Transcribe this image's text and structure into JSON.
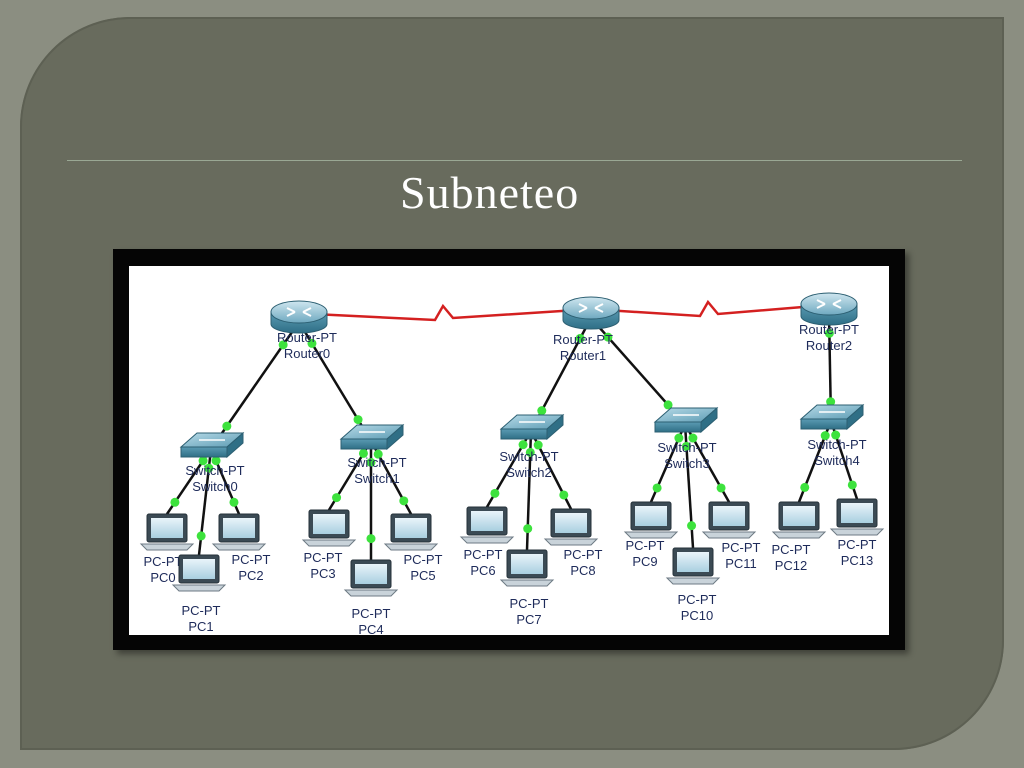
{
  "slide": {
    "title": "Subneteo"
  },
  "routers": [
    {
      "type": "Router-PT",
      "name": "Router0"
    },
    {
      "type": "Router-PT",
      "name": "Router1"
    },
    {
      "type": "Router-PT",
      "name": "Router2"
    }
  ],
  "switches": [
    {
      "type": "Switch-PT",
      "name": "Switch0"
    },
    {
      "type": "Switch-PT",
      "name": "Switch1"
    },
    {
      "type": "Switch-PT",
      "name": "Switch2"
    },
    {
      "type": "Switch-PT",
      "name": "Switch3"
    },
    {
      "type": "Switch-PT",
      "name": "Switch4"
    }
  ],
  "pcs": [
    {
      "type": "PC-PT",
      "name": "PC0"
    },
    {
      "type": "PC-PT",
      "name": "PC1"
    },
    {
      "type": "PC-PT",
      "name": "PC2"
    },
    {
      "type": "PC-PT",
      "name": "PC3"
    },
    {
      "type": "PC-PT",
      "name": "PC4"
    },
    {
      "type": "PC-PT",
      "name": "PC5"
    },
    {
      "type": "PC-PT",
      "name": "PC6"
    },
    {
      "type": "PC-PT",
      "name": "PC7"
    },
    {
      "type": "PC-PT",
      "name": "PC8"
    },
    {
      "type": "PC-PT",
      "name": "PC9"
    },
    {
      "type": "PC-PT",
      "name": "PC10"
    },
    {
      "type": "PC-PT",
      "name": "PC11"
    },
    {
      "type": "PC-PT",
      "name": "PC12"
    },
    {
      "type": "PC-PT",
      "name": "PC13"
    }
  ],
  "links": [
    {
      "from": "Router0",
      "to": "Router1",
      "kind": "serial"
    },
    {
      "from": "Router1",
      "to": "Router2",
      "kind": "serial"
    },
    {
      "from": "Router0",
      "to": "Switch0",
      "kind": "ethernet"
    },
    {
      "from": "Router0",
      "to": "Switch1",
      "kind": "ethernet"
    },
    {
      "from": "Router1",
      "to": "Switch2",
      "kind": "ethernet"
    },
    {
      "from": "Router1",
      "to": "Switch3",
      "kind": "ethernet"
    },
    {
      "from": "Router2",
      "to": "Switch4",
      "kind": "ethernet"
    },
    {
      "from": "Switch0",
      "to": "PC0",
      "kind": "ethernet"
    },
    {
      "from": "Switch0",
      "to": "PC1",
      "kind": "ethernet"
    },
    {
      "from": "Switch0",
      "to": "PC2",
      "kind": "ethernet"
    },
    {
      "from": "Switch1",
      "to": "PC3",
      "kind": "ethernet"
    },
    {
      "from": "Switch1",
      "to": "PC4",
      "kind": "ethernet"
    },
    {
      "from": "Switch1",
      "to": "PC5",
      "kind": "ethernet"
    },
    {
      "from": "Switch2",
      "to": "PC6",
      "kind": "ethernet"
    },
    {
      "from": "Switch2",
      "to": "PC7",
      "kind": "ethernet"
    },
    {
      "from": "Switch2",
      "to": "PC8",
      "kind": "ethernet"
    },
    {
      "from": "Switch3",
      "to": "PC9",
      "kind": "ethernet"
    },
    {
      "from": "Switch3",
      "to": "PC10",
      "kind": "ethernet"
    },
    {
      "from": "Switch3",
      "to": "PC11",
      "kind": "ethernet"
    },
    {
      "from": "Switch4",
      "to": "PC12",
      "kind": "ethernet"
    },
    {
      "from": "Switch4",
      "to": "PC13",
      "kind": "ethernet"
    }
  ],
  "colors": {
    "serial_link": "#d42020",
    "ethernet_link": "#111111",
    "link_light": "#3de23d",
    "device_label": "#1e2b5a",
    "device_body": "#3f8fa8"
  }
}
